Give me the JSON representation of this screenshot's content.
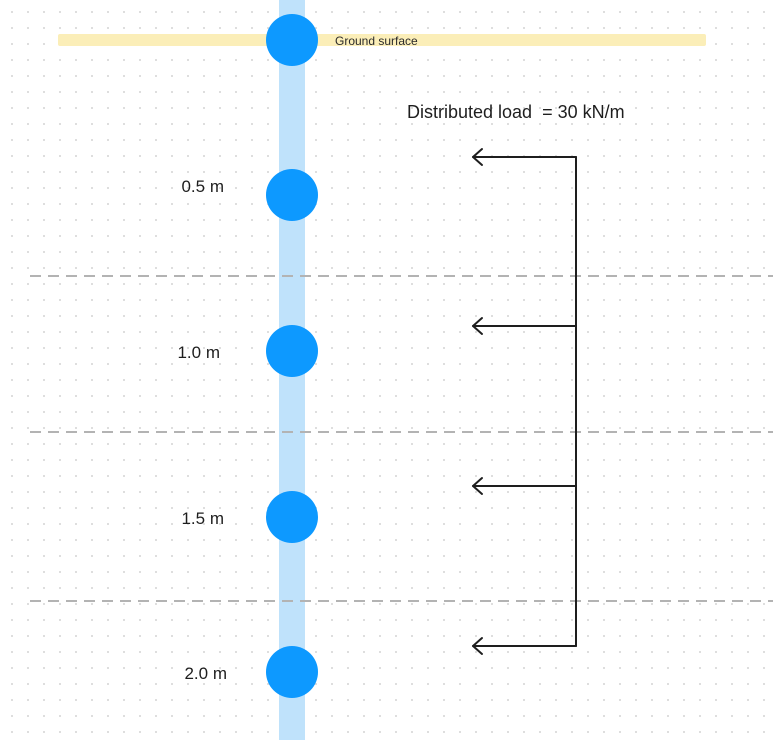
{
  "diagram": {
    "ground_label": "Ground surface",
    "load_label": "Distributed load  = 30 kN/m",
    "nodes": [
      {
        "label": ""
      },
      {
        "label": "0.5 m"
      },
      {
        "label": "1.0 m"
      },
      {
        "label": "1.5 m"
      },
      {
        "label": "2.0 m"
      }
    ],
    "colors": {
      "ground_band": "#fbeeb8",
      "pile": "#bfe2fb",
      "node": "#0d99ff",
      "divider": "#b3b3b3",
      "arrow": "#1e1e1e"
    }
  }
}
